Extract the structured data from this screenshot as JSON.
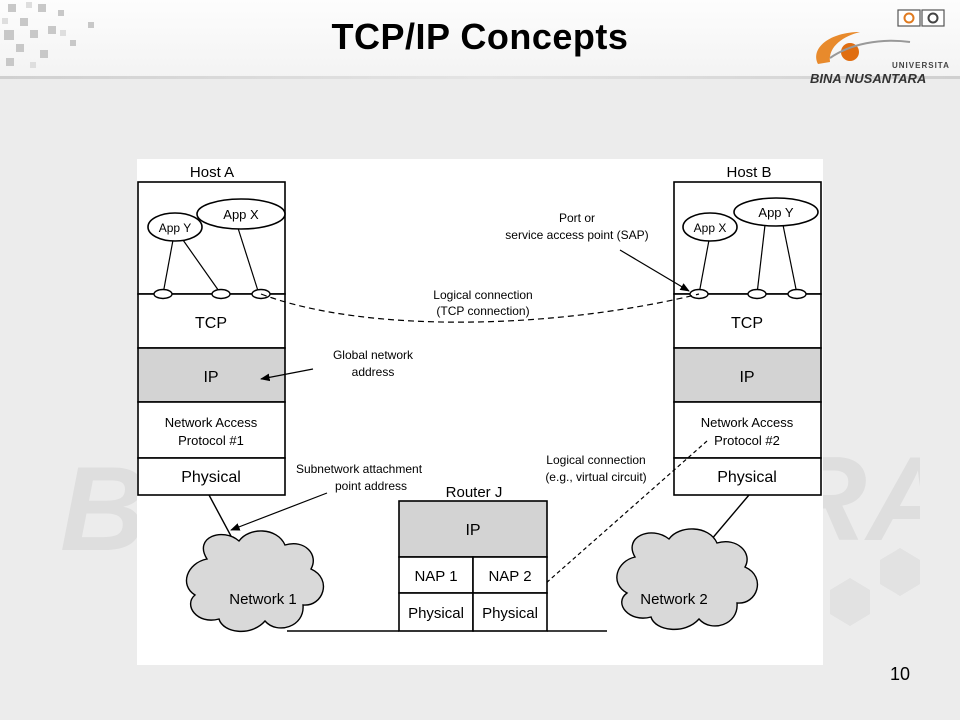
{
  "slide": {
    "title": "TCP/IP Concepts",
    "page_number": "10"
  },
  "logo": {
    "line1": "UNIVERSITAS",
    "line2": "BINA NUSANTARA"
  },
  "diagram": {
    "host_a": {
      "label": "Host A",
      "apps": [
        "App Y",
        "App X"
      ],
      "layers": {
        "tcp": "TCP",
        "ip": "IP",
        "nap_line1": "Network Access",
        "nap_line2": "Protocol #1",
        "physical": "Physical"
      }
    },
    "host_b": {
      "label": "Host B",
      "apps": [
        "App X",
        "App Y"
      ],
      "layers": {
        "tcp": "TCP",
        "ip": "IP",
        "nap_line1": "Network Access",
        "nap_line2": "Protocol #2",
        "physical": "Physical"
      }
    },
    "router": {
      "label": "Router J",
      "ip": "IP",
      "nap1": "NAP 1",
      "nap2": "NAP 2",
      "physical1": "Physical",
      "physical2": "Physical"
    },
    "networks": [
      "Network 1",
      "Network 2"
    ],
    "annotations": {
      "sap_line1": "Port or",
      "sap_line2": "service access point (SAP)",
      "tcp_conn_line1": "Logical connection",
      "tcp_conn_line2": "(TCP connection)",
      "global_addr_line1": "Global network",
      "global_addr_line2": "address",
      "subnet_line1": "Subnetwork attachment",
      "subnet_line2": "point address",
      "vc_line1": "Logical connection",
      "vc_line2": "(e.g., virtual circuit)"
    }
  }
}
